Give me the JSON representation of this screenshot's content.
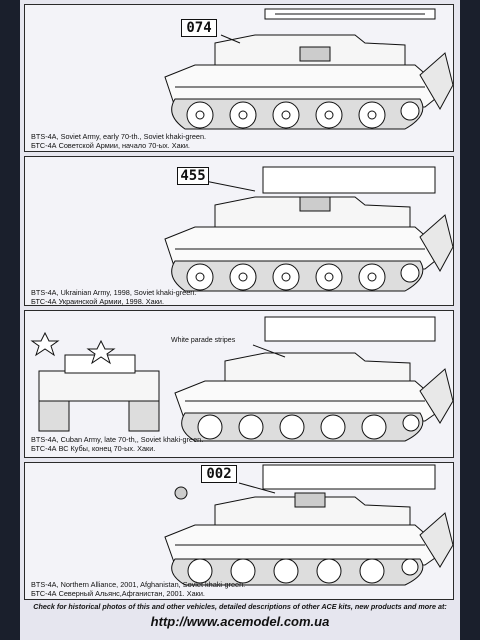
{
  "panels": [
    {
      "number": "074",
      "caption_en": "BTS-4A, Soviet Army, early 70-th., Soviet khaki-green.",
      "caption_ru": "БТС-4А Советской Армии, начало 70-ых. Хаки."
    },
    {
      "number": "455",
      "caption_en": "BTS-4A, Ukrainian Army, 1998, Soviet khaki-green.",
      "caption_ru": "БТС-4А Украинской Армии, 1998. Хаки."
    },
    {
      "number": "",
      "annotation": "White parade stripes",
      "caption_en": "BTS-4A, Cuban Army, late 70-th,, Soviet khaki-green.",
      "caption_ru": "БТС-4А ВС Кубы, конец 70-ых. Хаки."
    },
    {
      "number": "002",
      "caption_en": "BTS-4A, Northern Alliance, 2001, Afghanistan, Soviet khaki-green.",
      "caption_ru": "БТС-4А Северный Альянс,Афганистан, 2001. Хаки."
    }
  ],
  "footer": {
    "note": "Check for historical photos of this and  other vehicles, detailed descriptions of other ACE kits, new products and more at:",
    "url": "http://www.acemodel.com.ua"
  },
  "colors": {
    "background": "#1a1f2c",
    "sheet": "#e6e6ef",
    "ink": "#111111"
  }
}
